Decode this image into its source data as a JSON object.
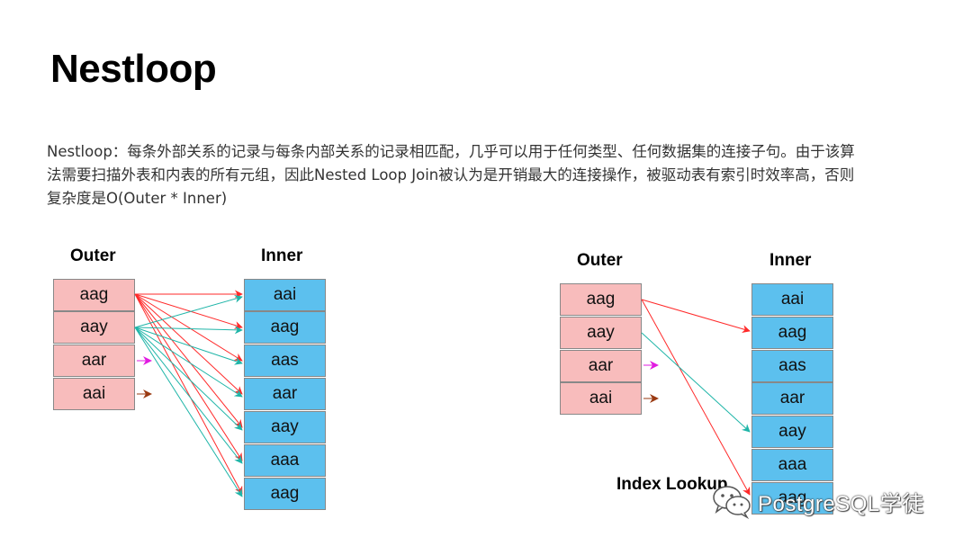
{
  "title": "Nestloop",
  "description": [
    "Nestloop：每条外部关系的记录与每条内部关系的记录相匹配，几乎可以用于任何类型、任何数据集的连接子句。由于该算",
    "法需要扫描外表和内表的所有元组，因此Nested Loop Join被认为是开销最大的连接操作，被驱动表有索引时效率高，否则",
    "复杂度是O(Outer * Inner)"
  ],
  "left_diagram": {
    "outer_label": "Outer",
    "inner_label": "Inner",
    "outer_rows": [
      "aag",
      "aay",
      "aar",
      "aai"
    ],
    "inner_rows": [
      "aai",
      "aag",
      "aas",
      "aar",
      "aay",
      "aaa",
      "aag"
    ]
  },
  "right_diagram": {
    "outer_label": "Outer",
    "inner_label": "Inner",
    "outer_rows": [
      "aag",
      "aay",
      "aar",
      "aai"
    ],
    "inner_rows": [
      "aai",
      "aag",
      "aas",
      "aar",
      "aay",
      "aaa",
      "aag"
    ],
    "annotation": "Index Lookup"
  },
  "colors": {
    "outer_fill": "#f8bcbc",
    "inner_fill": "#5cc0ee",
    "arrow_red": "#ff2a2a",
    "arrow_teal": "#1fb5a8",
    "arrow_magenta": "#e11be1",
    "arrow_brown": "#9a3a12"
  },
  "watermark": "PostgreSQL学徒"
}
